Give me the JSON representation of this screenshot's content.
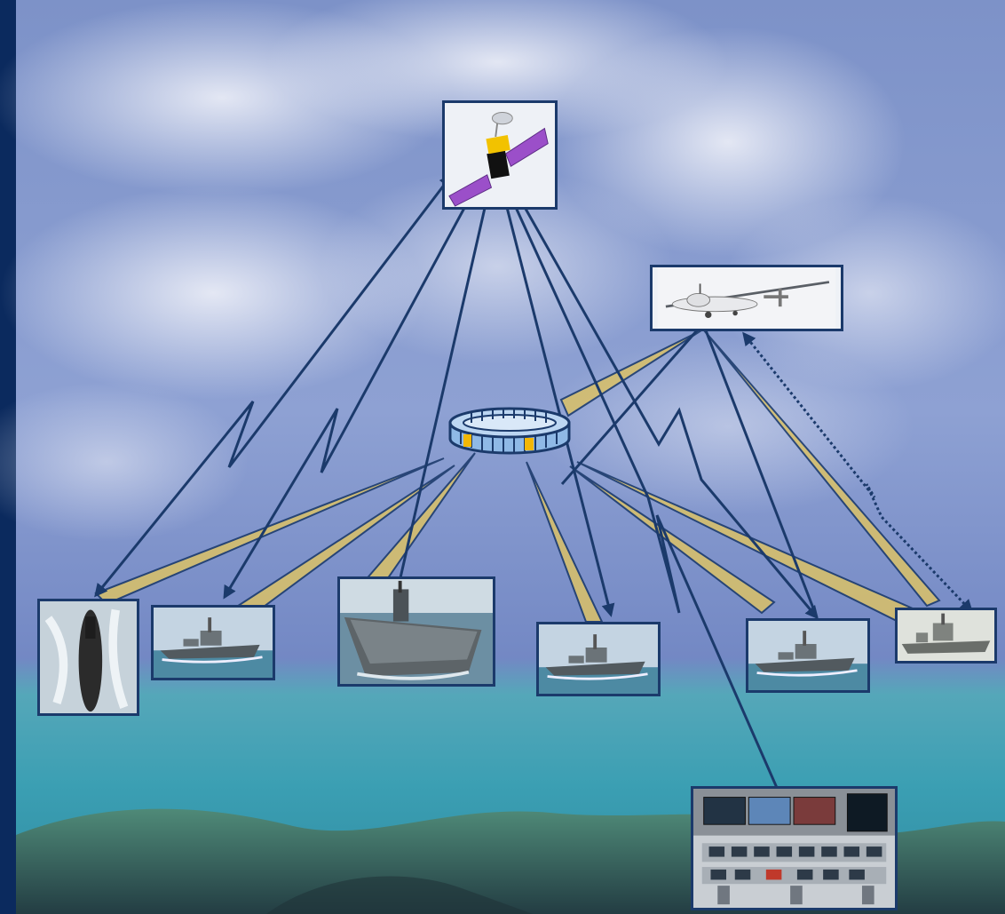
{
  "diagram": {
    "colors": {
      "border": "#0b2a5e",
      "link": "#1b3a6b",
      "beam_fill": "#d8c06a",
      "sky_top": "#7f95c9",
      "sea": "#3fa3b4",
      "land": "#3c6d63",
      "accent": "#f2b705"
    },
    "nodes": [
      {
        "id": "satellite",
        "icon": "satellite-icon"
      },
      {
        "id": "uav",
        "icon": "uav-icon"
      },
      {
        "id": "relay-hub",
        "icon": "network-hub-icon"
      },
      {
        "id": "submarine",
        "icon": "submarine-icon"
      },
      {
        "id": "destroyer-1",
        "icon": "warship-icon"
      },
      {
        "id": "aircraft-carrier",
        "icon": "aircraft-carrier-icon"
      },
      {
        "id": "destroyer-2",
        "icon": "warship-icon"
      },
      {
        "id": "destroyer-3",
        "icon": "warship-icon"
      },
      {
        "id": "cruiser",
        "icon": "warship-icon"
      },
      {
        "id": "command-center",
        "icon": "command-center-icon"
      }
    ],
    "links": [
      {
        "from": "satellite",
        "to": "submarine",
        "style": "zigzag-radio"
      },
      {
        "from": "satellite",
        "to": "destroyer-1",
        "style": "zigzag-radio"
      },
      {
        "from": "satellite",
        "to": "aircraft-carrier",
        "style": "arrow"
      },
      {
        "from": "satellite",
        "to": "destroyer-2",
        "style": "arrow"
      },
      {
        "from": "satellite",
        "to": "destroyer-3",
        "style": "zigzag-radio"
      },
      {
        "from": "satellite",
        "to": "command-center",
        "style": "zigzag-radio"
      },
      {
        "from": "uav",
        "to": "relay-hub",
        "style": "beam"
      },
      {
        "from": "uav",
        "to": "cruiser",
        "style": "beam"
      },
      {
        "from": "uav",
        "to": "cruiser",
        "style": "dotted"
      },
      {
        "from": "relay-hub",
        "to": "submarine",
        "style": "beam"
      },
      {
        "from": "relay-hub",
        "to": "destroyer-1",
        "style": "beam"
      },
      {
        "from": "relay-hub",
        "to": "aircraft-carrier",
        "style": "beam"
      },
      {
        "from": "relay-hub",
        "to": "destroyer-2",
        "style": "beam"
      },
      {
        "from": "relay-hub",
        "to": "destroyer-3",
        "style": "beam"
      },
      {
        "from": "relay-hub",
        "to": "cruiser",
        "style": "beam"
      }
    ]
  }
}
